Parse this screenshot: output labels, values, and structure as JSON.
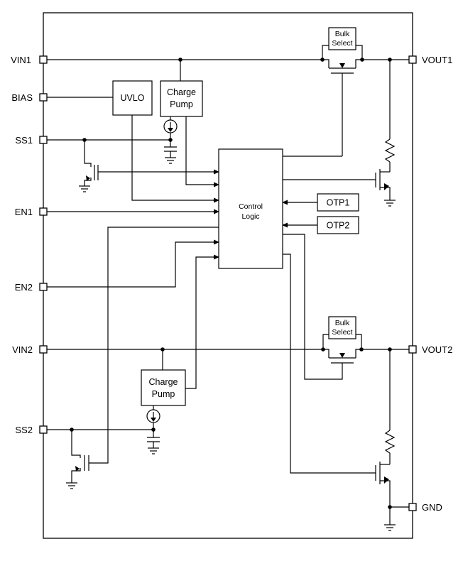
{
  "pins": {
    "vin1": "VIN1",
    "bias": "BIAS",
    "ss1": "SS1",
    "en1": "EN1",
    "en2": "EN2",
    "vin2": "VIN2",
    "ss2": "SS2",
    "vout1": "VOUT1",
    "vout2": "VOUT2",
    "gnd": "GND"
  },
  "blocks": {
    "uvlo": "UVLO",
    "charge_pump_1": [
      "Charge",
      "Pump"
    ],
    "charge_pump_2": [
      "Charge",
      "Pump"
    ],
    "control_logic": [
      "Control",
      "Logic"
    ],
    "otp1": "OTP1",
    "otp2": "OTP2",
    "bulk_select_1": [
      "Bulk",
      "Select"
    ],
    "bulk_select_2": [
      "Bulk",
      "Select"
    ]
  }
}
